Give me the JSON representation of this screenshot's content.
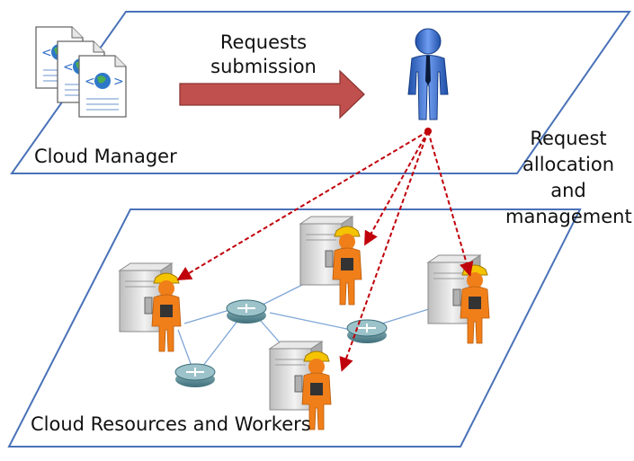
{
  "labels": {
    "top_panel": "Cloud Manager",
    "bottom_panel": "Cloud Resources and Workers",
    "submission_arrow": "Requests submission",
    "allocation": "Request allocation and management"
  },
  "colors": {
    "panel_stroke": "#4a72b8",
    "submission_arrow_fill": "#c0504d",
    "dashed_arrow": "#c0000a",
    "manager_figure": "#3a6fd0",
    "worker_body": "#f07f1a",
    "worker_helmet": "#f5c400",
    "server_case": "#d9d9d9",
    "router": "#5b8f9a",
    "network_link": "#7fa6d6"
  },
  "icons": {
    "documents": "web-document-icon",
    "manager": "user-figure-icon",
    "server": "server-tower-icon",
    "worker": "construction-worker-icon",
    "router": "network-router-icon"
  }
}
